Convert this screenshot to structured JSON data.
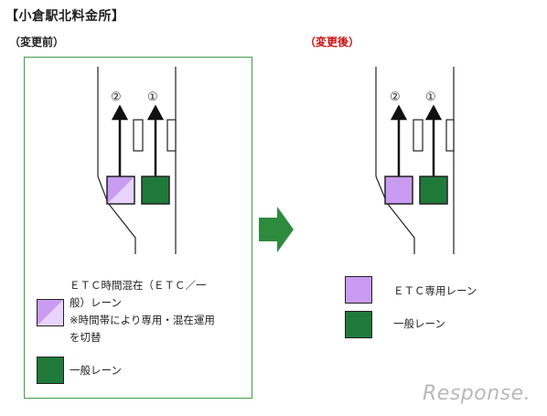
{
  "title": "【小倉駅北料金所】",
  "before": {
    "label": "（変更前）",
    "lane_numbers": [
      "②",
      "①"
    ],
    "legend": [
      {
        "text_lines": [
          "ＥＴＣ時間混在（ＥＴＣ／一",
          "般）レーン",
          "※時間帯により専用・混在運用",
          "を切替"
        ],
        "icon": "etc-mixed-lane-swatch"
      },
      {
        "text_lines": [
          "一般レーン"
        ],
        "icon": "general-lane-swatch"
      }
    ]
  },
  "after": {
    "label": "（変更後）",
    "lane_numbers": [
      "②",
      "①"
    ],
    "legend": [
      {
        "text": "ＥＴＣ専用レーン",
        "icon": "etc-dedicated-lane-swatch"
      },
      {
        "text": "一般レーン",
        "icon": "general-lane-swatch"
      }
    ]
  },
  "watermark": "Response.",
  "colors": {
    "panel_border": "#3f9e4a",
    "etc_lane": "#c99bf2",
    "etc_mixed_light": "#e7d3fb",
    "general_lane": "#1f7a3a",
    "arrow": "#2e8b3e",
    "after_label": "#cc1111"
  }
}
